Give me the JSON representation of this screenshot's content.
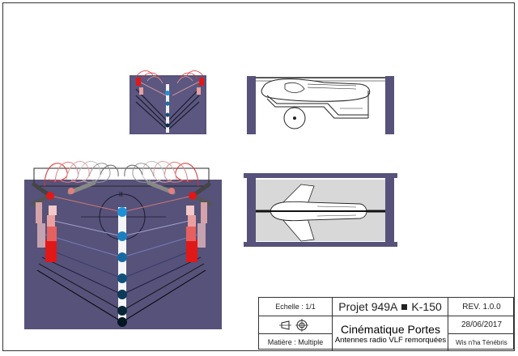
{
  "title_block": {
    "scale_label": "Echelle : 1/1",
    "material_label": "Matière : Multiple",
    "project": "Projet 949A",
    "project_code": "K-150",
    "revision": "REV. 1.0.0",
    "drawing_title": "Cinématique Portes",
    "drawing_subtitle": "Antennes radio VLF remorquées",
    "date": "28/06/2017",
    "author": "Wis n'ha Ténébris",
    "projection_symbol": "first-angle-projection-icon"
  },
  "colors": {
    "hull": "#56527a",
    "frame_line": "#2a2a2a",
    "door_red": "#e01818",
    "beacon_blue": "#1e90d6"
  }
}
